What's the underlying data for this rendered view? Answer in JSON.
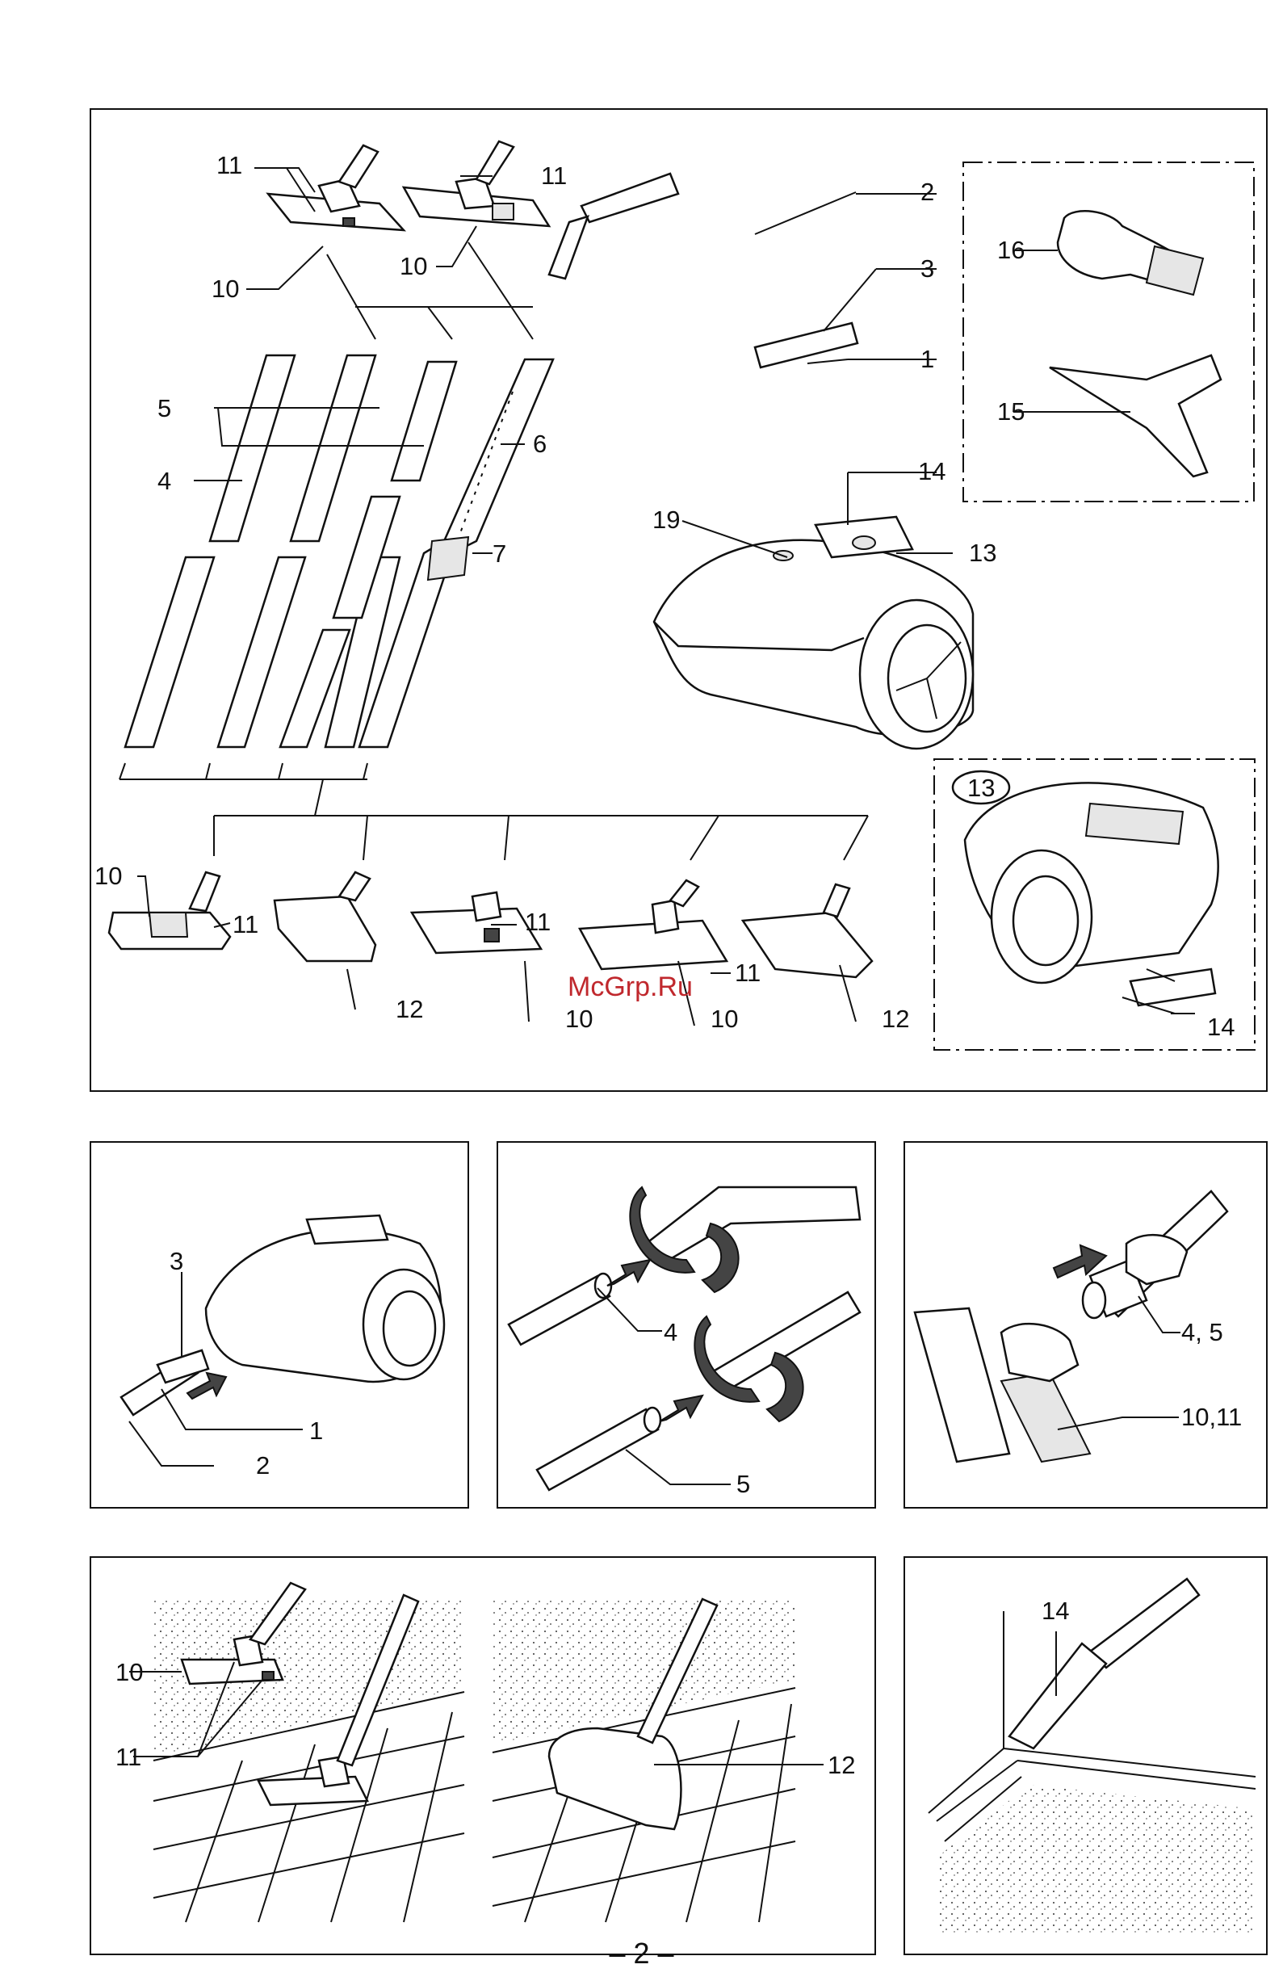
{
  "page": {
    "number": "– 2 –",
    "watermark": "McGrp.Ru"
  },
  "colors": {
    "ink": "#111111",
    "watermark": "#c0282d"
  },
  "overview": {
    "labels": {
      "n1": "1",
      "n2": "2",
      "n3": "3",
      "n4": "4",
      "n5": "5",
      "n6": "6",
      "n7": "7",
      "n10a": "10",
      "n10b": "10",
      "n10c": "10",
      "n10d": "10",
      "n10e": "10",
      "n11a": "11",
      "n11b": "11",
      "n11c": "11",
      "n11d": "11",
      "n11e": "11",
      "n12a": "12",
      "n12b": "12",
      "n13": "13",
      "n14": "14",
      "n15": "15",
      "n16": "16",
      "n19": "19"
    },
    "inset_accessories": {
      "n15": "15",
      "n16": "16"
    },
    "inset_rear": {
      "circled": "13",
      "n14": "14"
    }
  },
  "step1": {
    "n1": "1",
    "n2": "2",
    "n3": "3"
  },
  "step2": {
    "n4": "4",
    "n5": "5"
  },
  "step3": {
    "n45": "4, 5",
    "n1011": "10,11"
  },
  "step4": {
    "n10": "10",
    "n11": "11",
    "n12": "12"
  },
  "step5": {
    "n14": "14"
  }
}
